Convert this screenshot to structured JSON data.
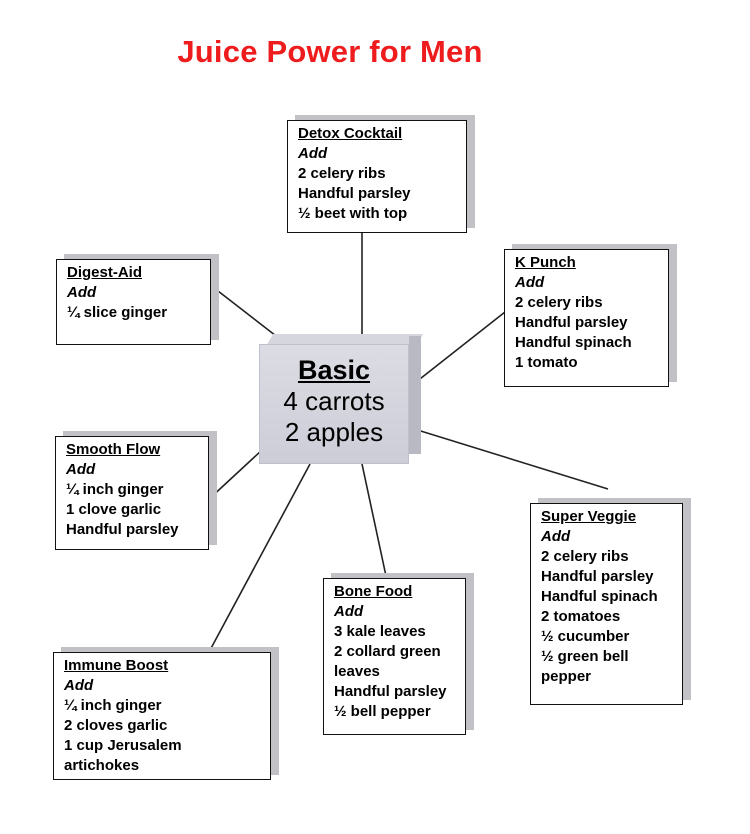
{
  "title": "Juice Power for Men",
  "center": {
    "title": "Basic",
    "lines": [
      "4 carrots",
      "2 apples"
    ]
  },
  "boxes": [
    {
      "id": "detox-cocktail",
      "title": "Detox Cocktail",
      "add": "Add",
      "items": [
        "2 celery ribs",
        "Handful parsley",
        "½ beet with top"
      ]
    },
    {
      "id": "digest-aid",
      "title": "Digest-Aid",
      "add": "Add",
      "items": [
        "¼ slice ginger"
      ]
    },
    {
      "id": "k-punch",
      "title": "K  Punch",
      "add": "Add",
      "items": [
        "2 celery ribs",
        "Handful parsley",
        "Handful spinach",
        "1 tomato"
      ]
    },
    {
      "id": "smooth-flow",
      "title": "Smooth Flow",
      "add": "Add",
      "items": [
        "¼ inch ginger",
        "1 clove garlic",
        "Handful parsley"
      ]
    },
    {
      "id": "super-veggie",
      "title": "Super Veggie",
      "add": "Add",
      "items": [
        "2 celery ribs",
        "Handful parsley",
        "Handful spinach",
        "2 tomatoes",
        "½ cucumber",
        "½ green bell pepper"
      ]
    },
    {
      "id": "bone-food",
      "title": "Bone Food",
      "add": "Add",
      "items": [
        "3 kale leaves",
        "2 collard green leaves",
        "Handful parsley",
        "½ bell pepper"
      ]
    },
    {
      "id": "immune-boost",
      "title": "Immune Boost",
      "add": "Add",
      "items": [
        "¼ inch ginger",
        "2 cloves garlic",
        "1 cup Jerusalem artichokes"
      ]
    }
  ]
}
